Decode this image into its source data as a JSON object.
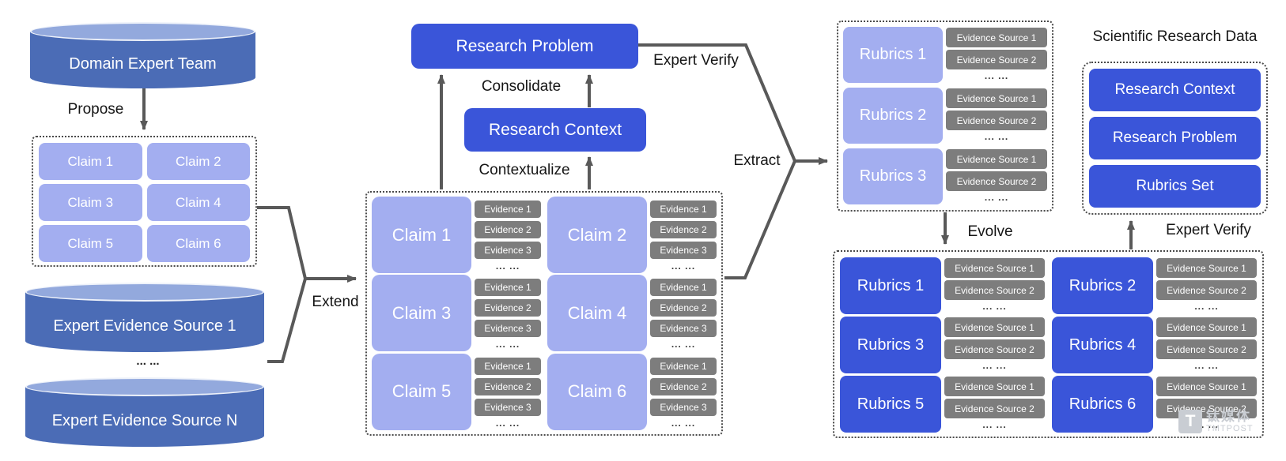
{
  "left": {
    "domain_expert_team": "Domain Expert Team",
    "claims": [
      "Claim 1",
      "Claim 2",
      "Claim 3",
      "Claim 4",
      "Claim 5",
      "Claim 6"
    ],
    "evidence_source_1": "Expert Evidence Source 1",
    "evidence_source_n": "Expert Evidence Source N",
    "dots": "... ..."
  },
  "labels": {
    "propose": "Propose",
    "extend": "Extend",
    "consolidate": "Consolidate",
    "contextualize": "Contextualize",
    "expert_verify": "Expert Verify",
    "extract": "Extract",
    "evolve": "Evolve"
  },
  "middle": {
    "research_problem": "Research Problem",
    "research_context": "Research Context",
    "claims": [
      {
        "label": "Claim 1",
        "evidence": [
          "Evidence 1",
          "Evidence 2",
          "Evidence 3"
        ],
        "dots": "... ..."
      },
      {
        "label": "Claim 2",
        "evidence": [
          "Evidence 1",
          "Evidence 2",
          "Evidence 3"
        ],
        "dots": "... ..."
      },
      {
        "label": "Claim 3",
        "evidence": [
          "Evidence 1",
          "Evidence 2",
          "Evidence 3"
        ],
        "dots": "... ..."
      },
      {
        "label": "Claim 4",
        "evidence": [
          "Evidence 1",
          "Evidence 2",
          "Evidence 3"
        ],
        "dots": "... ..."
      },
      {
        "label": "Claim 5",
        "evidence": [
          "Evidence 1",
          "Evidence 2",
          "Evidence 3"
        ],
        "dots": "... ..."
      },
      {
        "label": "Claim 6",
        "evidence": [
          "Evidence 1",
          "Evidence 2",
          "Evidence 3"
        ],
        "dots": "... ..."
      }
    ]
  },
  "right_top": {
    "rubrics": [
      {
        "label": "Rubrics 1",
        "evidence": [
          "Evidence Source 1",
          "Evidence Source 2"
        ],
        "dots": "... ..."
      },
      {
        "label": "Rubrics 2",
        "evidence": [
          "Evidence Source 1",
          "Evidence Source 2"
        ],
        "dots": "... ..."
      },
      {
        "label": "Rubrics 3",
        "evidence": [
          "Evidence Source 1",
          "Evidence Source 2"
        ],
        "dots": "... ..."
      }
    ]
  },
  "right_bottom": {
    "rubrics": [
      {
        "label": "Rubrics 1",
        "evidence": [
          "Evidence Source 1",
          "Evidence Source 2"
        ],
        "dots": "... ..."
      },
      {
        "label": "Rubrics 2",
        "evidence": [
          "Evidence Source 1",
          "Evidence Source 2"
        ],
        "dots": "... ..."
      },
      {
        "label": "Rubrics 3",
        "evidence": [
          "Evidence Source 1",
          "Evidence Source 2"
        ],
        "dots": "... ..."
      },
      {
        "label": "Rubrics 4",
        "evidence": [
          "Evidence Source 1",
          "Evidence Source 2"
        ],
        "dots": "... ..."
      },
      {
        "label": "Rubrics 5",
        "evidence": [
          "Evidence Source 1",
          "Evidence Source 2"
        ],
        "dots": "... ..."
      },
      {
        "label": "Rubrics 6",
        "evidence": [
          "Evidence Source 1",
          "Evidence Source 2"
        ],
        "dots": "... ..."
      }
    ]
  },
  "srd": {
    "title": "Scientific Research Data",
    "items": [
      "Research Context",
      "Research Problem",
      "Rubrics Set"
    ]
  },
  "watermark": {
    "symbol": "T",
    "cn": "钛媒体",
    "en": "TMTPOST"
  },
  "colors": {
    "bright_blue": "#3a55d9",
    "periwinkle": "#a3aef0",
    "cylinder_body": "#4b6cb6",
    "cylinder_top": "#93a9dd",
    "evidence_gray": "#7d7d7d",
    "arrow_gray": "#595959"
  }
}
